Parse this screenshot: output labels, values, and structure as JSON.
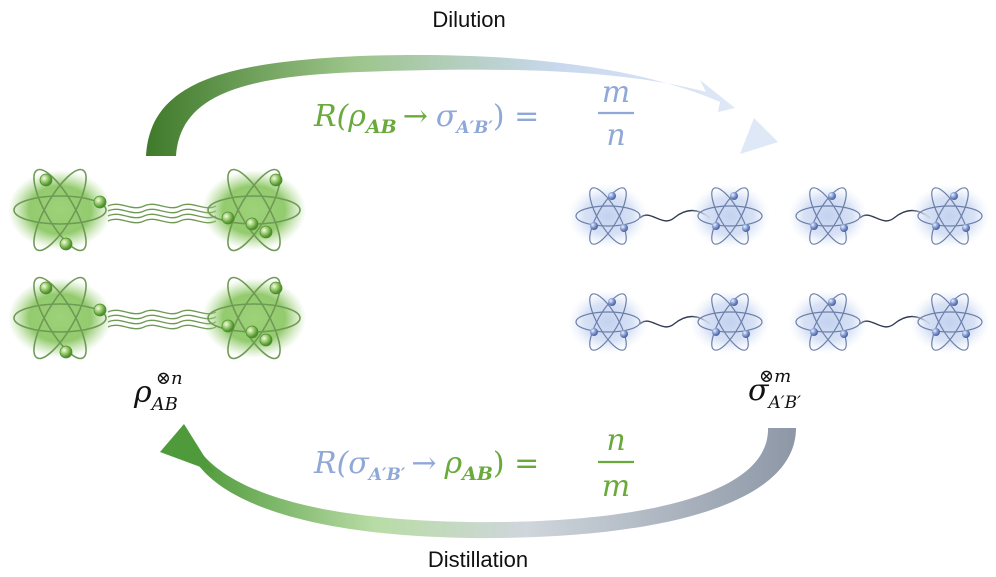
{
  "labels": {
    "top": "Dilution",
    "bottom": "Distillation"
  },
  "state_left": {
    "base": "ρ",
    "sub": "AB",
    "sup": "⊗n"
  },
  "state_right": {
    "base": "σ",
    "sub": "A′B′",
    "sup": "⊗m"
  },
  "rate_top": {
    "prefix": "R(",
    "from_base": "ρ",
    "from_sub": "AB",
    "arrow": "→",
    "to_base": "σ",
    "to_sub": "A′B′",
    "suffix": ") =",
    "numerator": "m",
    "denominator": "n"
  },
  "rate_bottom": {
    "prefix": "R(",
    "from_base": "σ",
    "from_sub": "A′B′",
    "arrow": "→",
    "to_base": "ρ",
    "to_sub": "AB",
    "suffix": ") =",
    "numerator": "n",
    "denominator": "m"
  },
  "colors": {
    "green": "#6aaa3c",
    "green_dark": "#3f7a2a",
    "green_glow": "#8fc96a",
    "blue": "#8fa8d8",
    "blue_light": "#dce6f6",
    "blue_atom": "#7e97cf",
    "grey": "#9aa3b0",
    "text": "#111111"
  },
  "icons": {
    "green_atom": "atom-icon-green",
    "blue_atom": "atom-icon-blue",
    "entangled_link": "wavy-link"
  }
}
